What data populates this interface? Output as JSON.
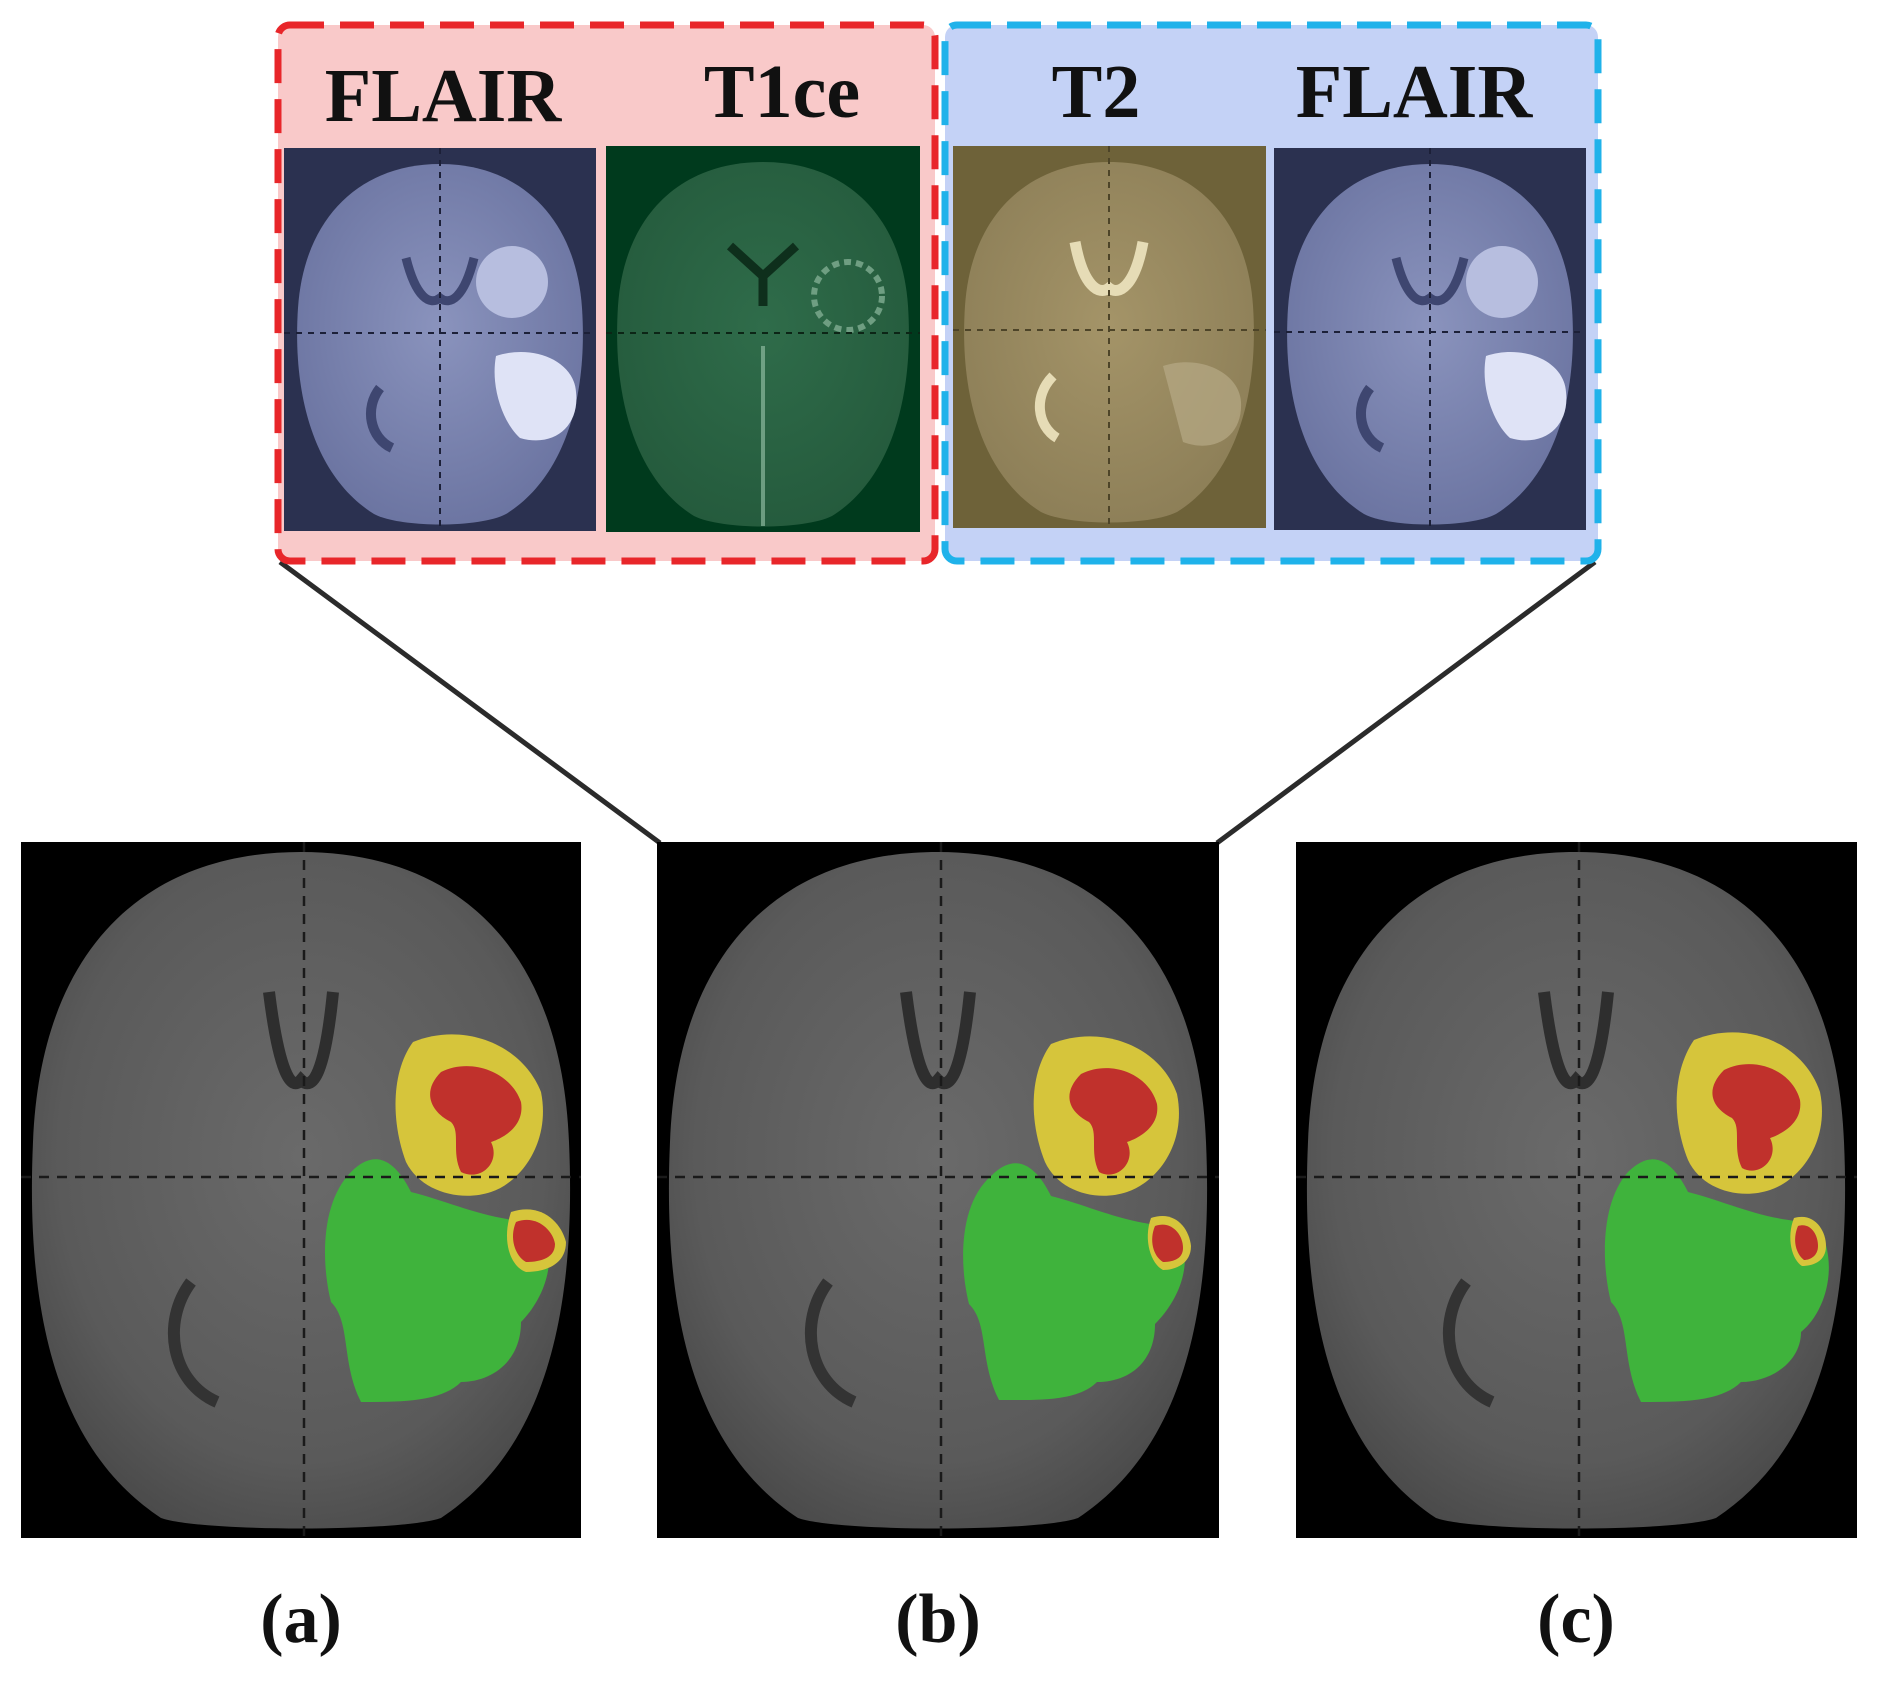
{
  "figure": {
    "colors": {
      "group_red_border": "#e8262a",
      "group_red_fill": "#f9c9c9",
      "group_blue_border": "#1fb2ea",
      "group_blue_fill": "#c4d2f6",
      "flair_tint": "#2b3150",
      "t1ce_tint": "#003a1d",
      "t2_tint": "#6e6239",
      "connector": "#2b2b2b",
      "mask_edema": "#3fb33c",
      "mask_enhancing": "#d6c53b",
      "mask_core": "#c0312c"
    },
    "groups": [
      {
        "id": "red",
        "modalities": [
          {
            "label": "FLAIR",
            "tint": "flair"
          },
          {
            "label": "T1ce",
            "tint": "t1ce"
          }
        ]
      },
      {
        "id": "blue",
        "modalities": [
          {
            "label": "T2",
            "tint": "t2"
          },
          {
            "label": "FLAIR",
            "tint": "flair"
          }
        ]
      }
    ],
    "panels": [
      {
        "label": "(a)"
      },
      {
        "label": "(b)"
      },
      {
        "label": "(c)"
      }
    ]
  }
}
